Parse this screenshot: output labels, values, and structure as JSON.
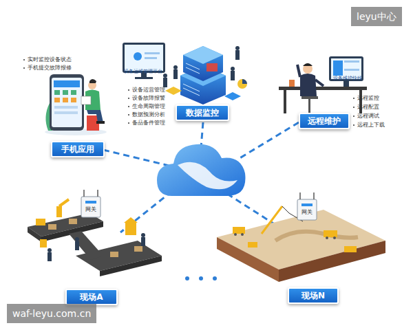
{
  "diagram": {
    "nodes": [
      {
        "text": [
          "数据监控"
        ]
      },
      {
        "text": [
          "远程维护"
        ]
      },
      {
        "text": [
          "手机应用"
        ]
      },
      {
        "text": [
          "现场A"
        ]
      },
      {
        "text": [
          "现场N"
        ]
      }
    ],
    "labels": [
      "leyu中心",
      "实时监控设备状态",
      "手机提交故障报修",
      "设备运维管理平台",
      "设备运营管理",
      "设备故障报警",
      "生命周期管理",
      "数据预测分析",
      "备品备件管理",
      "设备维护快线",
      "远程监控",
      "远程配置",
      "远程调试",
      "远程上下载",
      "网关",
      "网关",
      "waf-leyu.com.cn"
    ]
  }
}
